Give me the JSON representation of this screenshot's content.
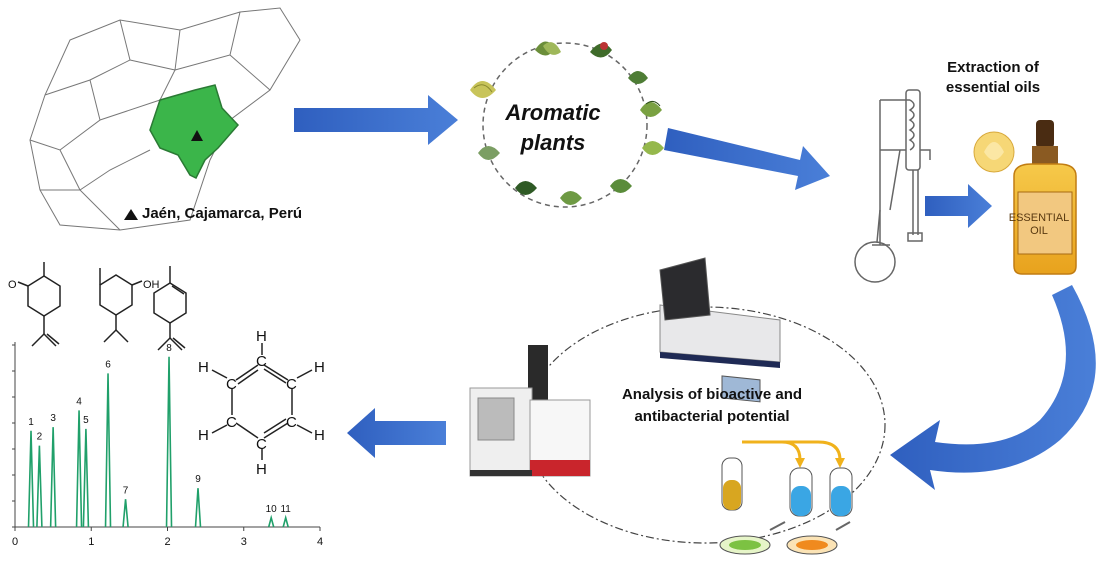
{
  "map": {
    "location_label": "Jaén, Cajamarca, Perú",
    "marker_icon": "triangle-marker-icon",
    "region_color": "#3bb54a"
  },
  "plants": {
    "label_line1": "Aromatic",
    "label_line2": "plants"
  },
  "extraction": {
    "label_line1": "Extraction of",
    "label_line2": "essential oils",
    "bottle_line1": "ESSENTIAL",
    "bottle_line2": "OIL"
  },
  "analysis": {
    "label_line1": "Analysis of bioactive and",
    "label_line2": "antibacterial potential"
  },
  "arrow_color": "#3f6fcf",
  "chart_data": {
    "type": "line",
    "title": "",
    "xlabel": "",
    "ylabel": "",
    "xlim": [
      0,
      4
    ],
    "x_ticks": [
      "0",
      "1",
      "2",
      "3",
      "4"
    ],
    "peaks": [
      {
        "label": "1",
        "x": 0.21,
        "height": 0.52
      },
      {
        "label": "2",
        "x": 0.32,
        "height": 0.44
      },
      {
        "label": "3",
        "x": 0.5,
        "height": 0.54
      },
      {
        "label": "4",
        "x": 0.84,
        "height": 0.63
      },
      {
        "label": "5",
        "x": 0.93,
        "height": 0.53
      },
      {
        "label": "6",
        "x": 1.22,
        "height": 0.83
      },
      {
        "label": "7",
        "x": 1.45,
        "height": 0.15
      },
      {
        "label": "8",
        "x": 2.02,
        "height": 0.92
      },
      {
        "label": "9",
        "x": 2.4,
        "height": 0.21
      },
      {
        "label": "10",
        "x": 3.36,
        "height": 0.05
      },
      {
        "label": "11",
        "x": 3.55,
        "height": 0.05
      }
    ]
  },
  "benzene_atoms": {
    "carbon": "C",
    "hydrogen": "H"
  },
  "molecule_labels": {
    "ketone_o": "O",
    "hydroxyl": "OH"
  }
}
